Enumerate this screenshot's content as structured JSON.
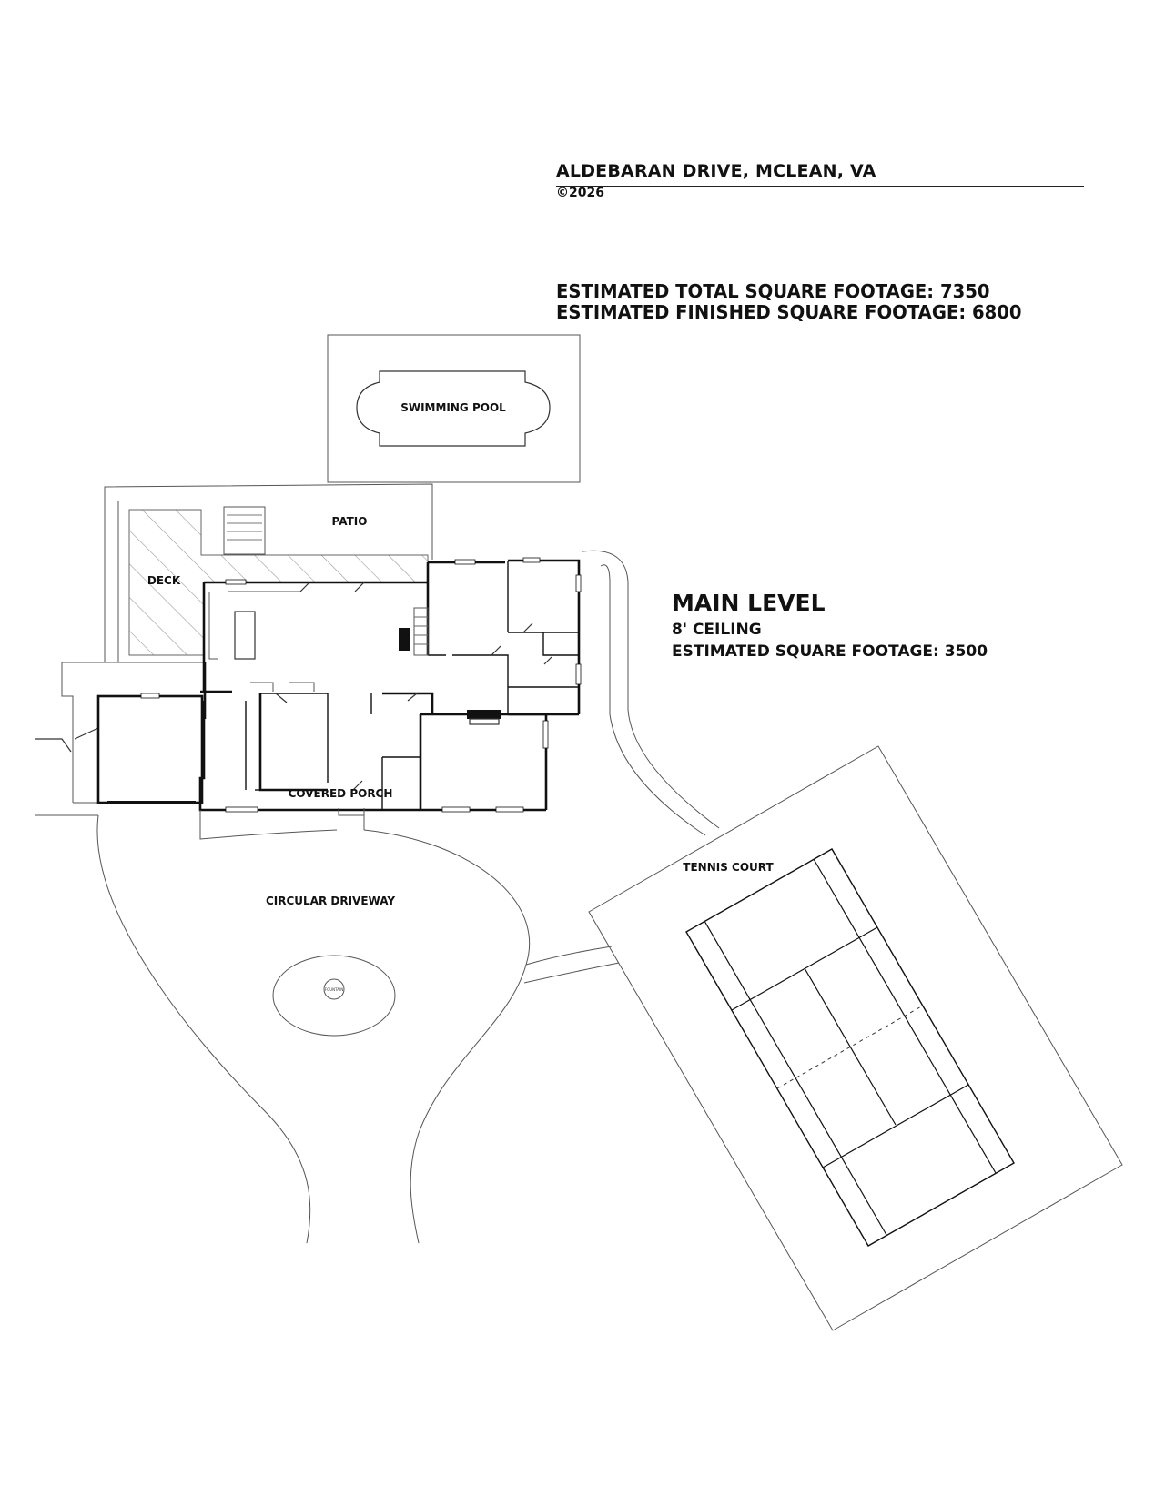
{
  "header": {
    "address": "ALDEBARAN DRIVE, MCLEAN, VA",
    "copyright": "©2026",
    "total_sqft": "ESTIMATED TOTAL SQUARE FOOTAGE: 7350",
    "finished_sqft": "ESTIMATED FINISHED SQUARE FOOTAGE: 6800"
  },
  "level": {
    "name": "MAIN LEVEL",
    "ceiling": "8' CEILING",
    "sqft": "ESTIMATED SQUARE FOOTAGE: 3500"
  },
  "areas": {
    "pool": "SWIMMING POOL",
    "patio": "PATIO",
    "deck": "DECK",
    "porch": "COVERED PORCH",
    "tennis": "TENNIS COURT",
    "driveway": "CIRCULAR DRIVEWAY",
    "fountain": "FOUNTAIN"
  }
}
